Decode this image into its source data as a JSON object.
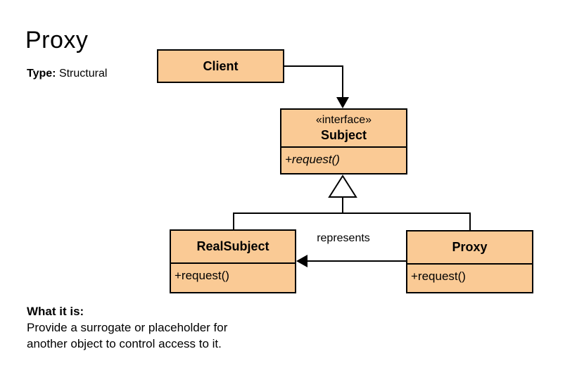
{
  "page": {
    "title": "Proxy",
    "type_label": "Type:",
    "type_value": "Structural",
    "what_label": "What it is:",
    "description_line1": "Provide a surrogate or placeholder for",
    "description_line2": "another object to control access to it."
  },
  "diagram": {
    "client": {
      "name": "Client"
    },
    "subject": {
      "stereotype": "«interface»",
      "name": "Subject",
      "method": "+request()"
    },
    "real_subject": {
      "name": "RealSubject",
      "method": "+request()"
    },
    "proxy": {
      "name": "Proxy",
      "method": "+request()"
    },
    "relationships": {
      "client_to_subject": "association-arrow",
      "subject_to_subclasses": "generalization-hollow-triangle",
      "proxy_to_realsubject_label": "represents"
    },
    "colors": {
      "class_fill": "#FACA95",
      "class_border": "#000000",
      "line": "#000000",
      "background": "#FFFFFF",
      "text": "#000000"
    }
  }
}
